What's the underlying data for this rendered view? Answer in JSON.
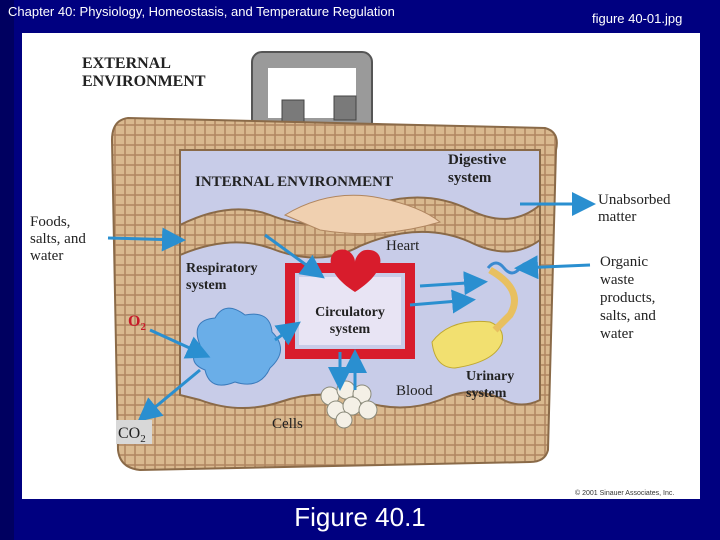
{
  "slide": {
    "title": "Chapter 40: Physiology, Homeostasis, and Temperature Regulation",
    "file_label": "figure 40-01.jpg",
    "caption": "Figure 40.1"
  },
  "diagram": {
    "external_environment": [
      "EXTERNAL",
      "ENVIRONMENT"
    ],
    "internal_environment": "INTERNAL ENVIRONMENT",
    "digestive_system": [
      "Digestive",
      "system"
    ],
    "foods": [
      "Foods,",
      "salts, and",
      "water"
    ],
    "unabsorbed": [
      "Unabsorbed",
      "matter"
    ],
    "heart": "Heart",
    "respiratory": [
      "Respiratory",
      "system"
    ],
    "organic": [
      "Organic",
      "waste",
      "products,",
      "salts, and",
      "water"
    ],
    "circulatory": [
      "Circulatory",
      "system"
    ],
    "o2": "O",
    "o2_sub": "2",
    "co2": "CO",
    "co2_sub": "2",
    "blood": "Blood",
    "urinary": [
      "Urinary",
      "system"
    ],
    "cells": "Cells",
    "copyright": "© 2001 Sinauer Associates, Inc."
  },
  "colors": {
    "background": "#000080",
    "wicker": "#d9b98f",
    "interior": "#c8cce8",
    "heart": "#d81c2c",
    "arrow": "#2a8fd0"
  }
}
